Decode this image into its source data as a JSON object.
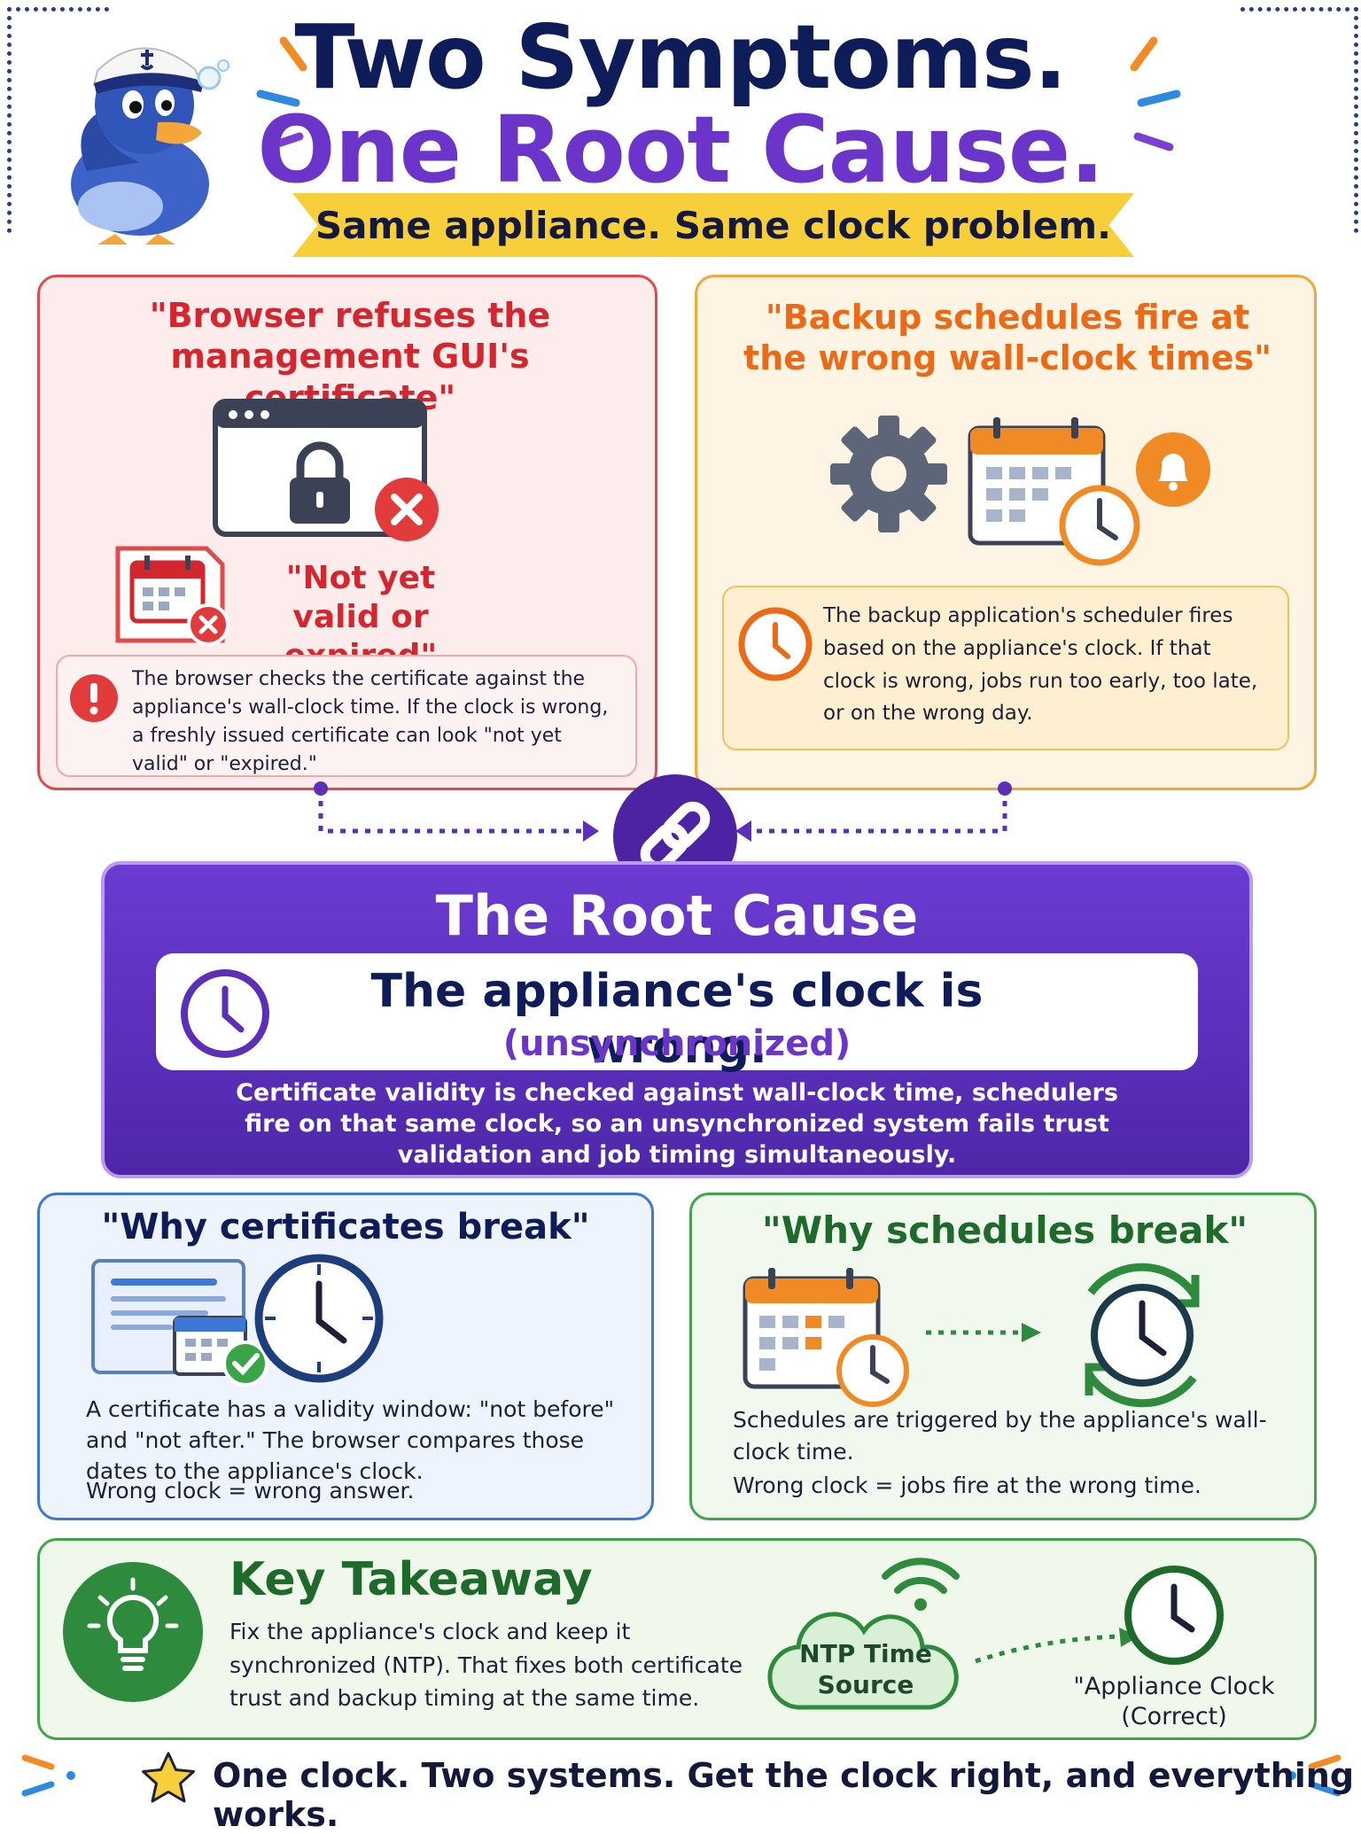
{
  "header": {
    "title_line1": "Two Symptoms.",
    "title_line2": "One Root Cause.",
    "banner": "Same appliance. Same clock problem."
  },
  "symptom_cert": {
    "title": "\"Browser refuses the management GUI's certificate\"",
    "status_quote": "\"Not yet valid or expired\"",
    "note": "The browser checks the certificate against the appliance's wall-clock time. If the clock is wrong, a freshly issued certificate can look \"not yet valid\" or \"expired.\""
  },
  "symptom_backup": {
    "title": "\"Backup schedules fire at the wrong wall-clock times\"",
    "note": "The backup application's scheduler fires based on the appliance's clock. If that clock is wrong, jobs run too early, too late, or on the wrong day."
  },
  "root_cause": {
    "heading": "The Root Cause",
    "statement": "The appliance's clock is wrong.",
    "qualifier": "(unsynchronized)",
    "explanation": "Certificate validity is checked against wall-clock time, schedulers fire on that same clock, so an unsynchronized system fails trust validation and job timing simultaneously."
  },
  "why_certs": {
    "title": "\"Why certificates break\"",
    "body": "A certificate has a validity window: \"not before\" and \"not after.\" The browser compares those dates to the appliance's clock.",
    "tagline": "Wrong clock = wrong answer."
  },
  "why_schedules": {
    "title": "\"Why schedules break\"",
    "body": "Schedules are triggered by the appliance's wall-clock time.",
    "tagline": "Wrong clock = jobs fire at the wrong time."
  },
  "takeaway": {
    "title": "Key Takeaway",
    "body": "Fix the appliance's clock and keep it synchronized (NTP). That fixes both certificate trust and backup timing at the same time.",
    "ntp_label": "NTP Time Source",
    "clock_label": "\"Appliance Clock (Correct)"
  },
  "footer": "One clock. Two systems. Get the clock right, and everything works.",
  "colors": {
    "navy": "#0f1c5a",
    "purple": "#6c35c9",
    "red": "#e04a4a",
    "orange": "#f2a73b",
    "blue": "#3d78d8",
    "green": "#3fa44a",
    "yellow": "#f7cf3a"
  },
  "icons": [
    "duck-mascot-icon",
    "padlock-icon",
    "error-x-icon",
    "calendar-icon",
    "gear-icon",
    "bell-icon",
    "clock-icon",
    "chain-link-icon",
    "document-icon",
    "check-icon",
    "sync-arrows-icon",
    "lightbulb-icon",
    "cloud-icon",
    "wifi-icon",
    "star-icon"
  ]
}
